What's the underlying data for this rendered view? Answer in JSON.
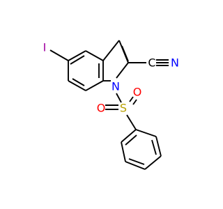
{
  "molecule": {
    "atoms": {
      "iodine": {
        "symbol": "I",
        "color": "#a000a0"
      },
      "nitrogen_indole": {
        "symbol": "N",
        "color": "#0000ff"
      },
      "nitrogen_nitrile": {
        "symbol": "N",
        "color": "#0000ff"
      },
      "sulfur": {
        "symbol": "S",
        "color": "#b8a000"
      },
      "oxygen_left": {
        "symbol": "O",
        "color": "#ff0000"
      },
      "oxygen_right": {
        "symbol": "O",
        "color": "#ff0000"
      },
      "carbon_nitrile": {
        "symbol": "C",
        "color": "#000000"
      }
    },
    "bond_color": "#000000"
  }
}
